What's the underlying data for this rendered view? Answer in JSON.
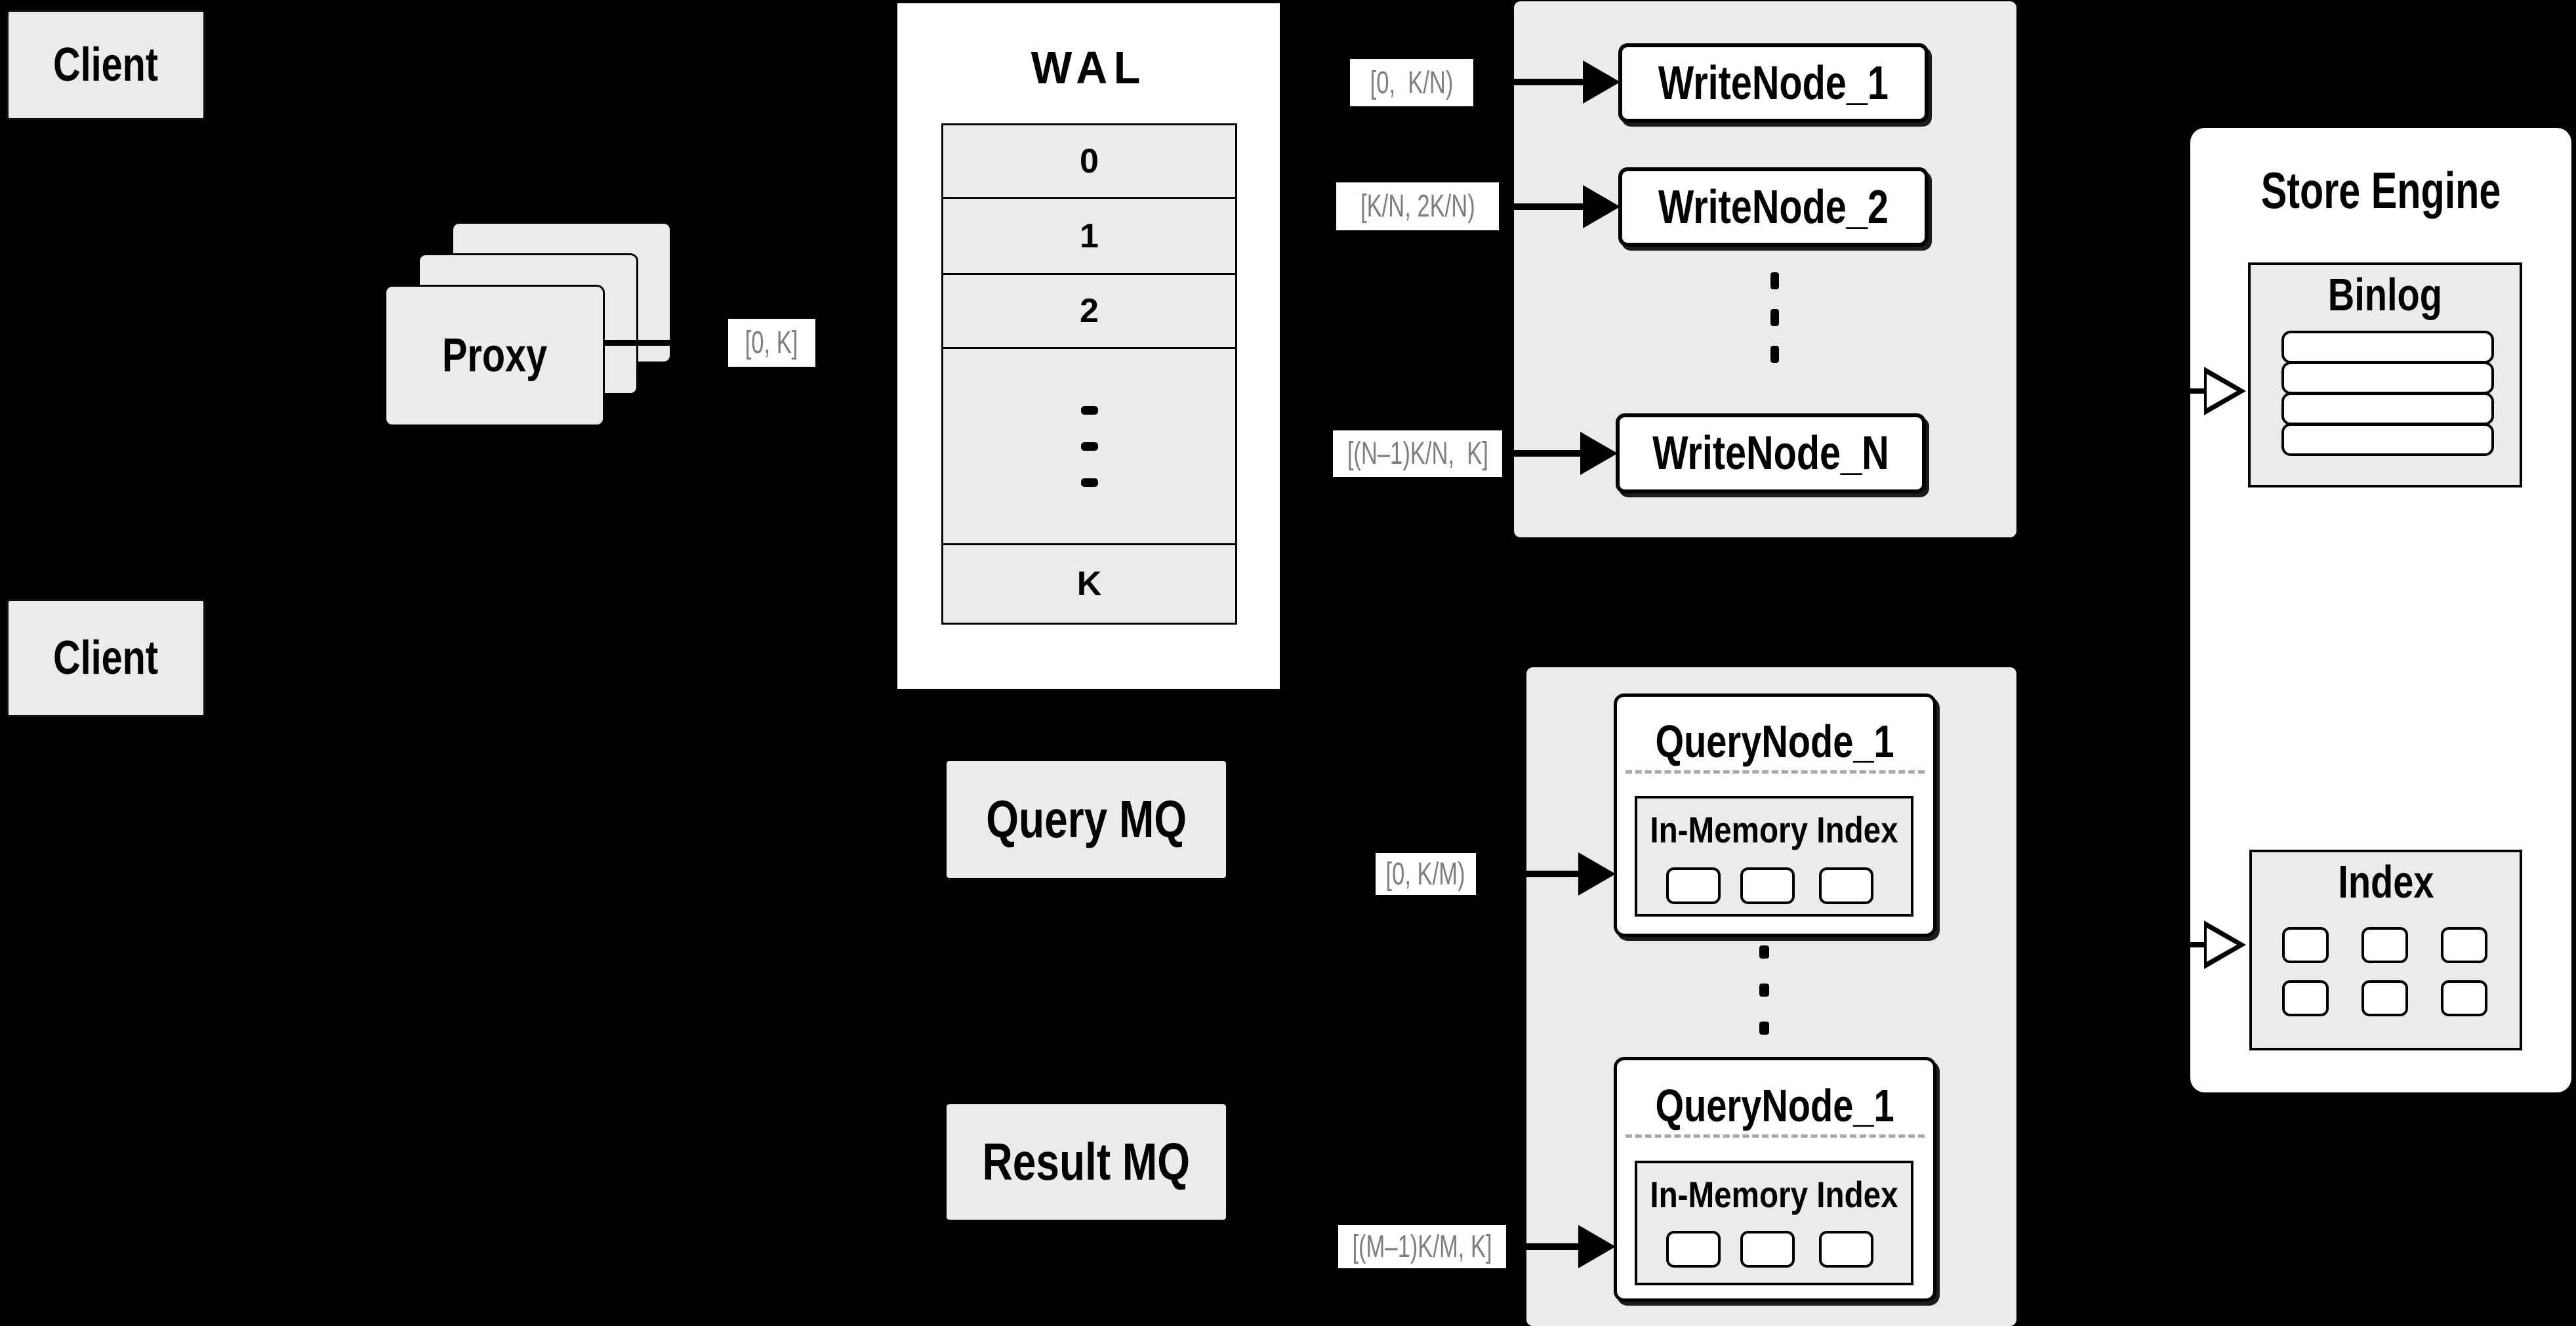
{
  "colors": {
    "background": "#000000",
    "panel_gray": "#ebebeb",
    "box_white": "#ffffff",
    "line_black": "#000000",
    "range_text_gray": "#7e7e7e"
  },
  "clients": {
    "top": "Client",
    "bottom": "Client"
  },
  "proxy": {
    "label": "Proxy",
    "range_label": "[0, K]"
  },
  "wal": {
    "title": "WAL",
    "rows": [
      "0",
      "1",
      "2",
      "K"
    ]
  },
  "write_cluster": {
    "nodes": [
      "WriteNode_1",
      "WriteNode_2",
      "WriteNode_N"
    ],
    "ranges": [
      "[0,  K/N)",
      "[K/N, 2K/N)",
      "[(N–1)K/N,  K]"
    ]
  },
  "mq": {
    "query": "Query MQ",
    "result": "Result MQ"
  },
  "query_cluster": {
    "node_top": {
      "title": "QueryNode_1",
      "index_title": "In-Memory Index"
    },
    "node_bottom": {
      "title": "QueryNode_1",
      "index_title": "In-Memory Index"
    },
    "ranges": [
      "[0, K/M)",
      "[(M–1)K/M, K]"
    ]
  },
  "store_engine": {
    "title": "Store Engine",
    "binlog_title": "Binlog",
    "index_title": "Index"
  }
}
